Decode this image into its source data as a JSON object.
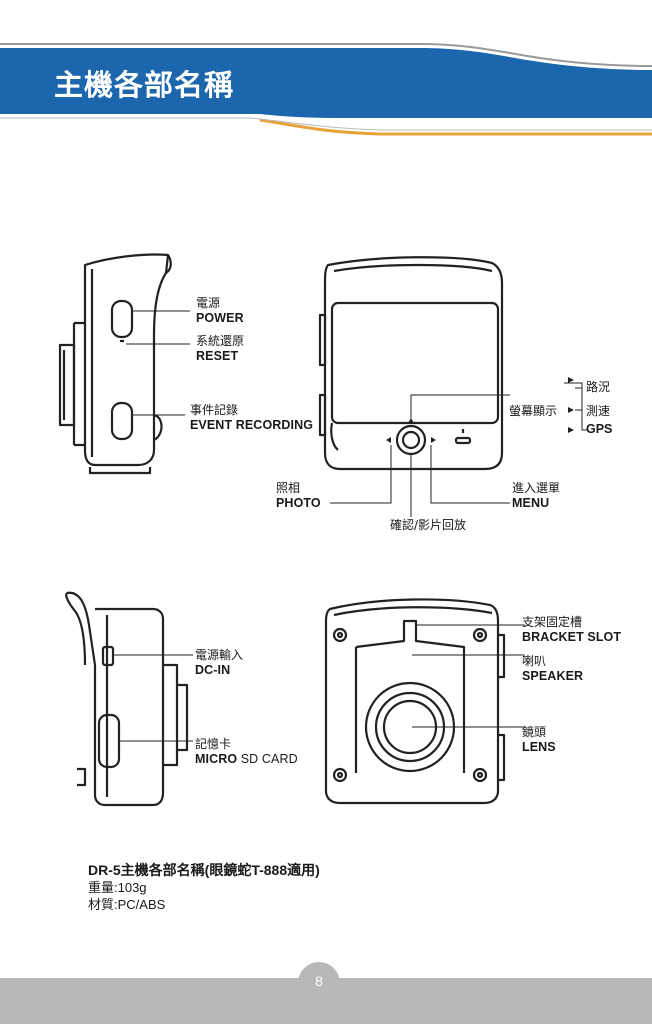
{
  "header": {
    "title": "主機各部名稱",
    "colors": {
      "band": "#1b66ad",
      "stripe": "#e9a13a",
      "line": "#9a9a9a"
    }
  },
  "side_view": {
    "power": {
      "zh": "電源",
      "en": "POWER"
    },
    "reset": {
      "zh": "系統還原",
      "en": "RESET"
    },
    "event": {
      "zh": "事件記錄",
      "en": "EVENT RECORDING"
    }
  },
  "front_view": {
    "photo": {
      "zh": "照相",
      "en": "PHOTO"
    },
    "confirm": "確認/影片回放",
    "menu": {
      "zh": "進入選單",
      "en": "MENU"
    },
    "screen": "螢幕顯示",
    "screen_items": [
      "路況",
      "測速",
      "GPS"
    ]
  },
  "side_view_2": {
    "dcin": {
      "zh": "電源輸入",
      "en": "DC-IN"
    },
    "card": {
      "zh": "記憶卡",
      "en_bold": "MICRO",
      "en_rest": " SD CARD"
    }
  },
  "back_view": {
    "bracket": {
      "zh": "支架固定槽",
      "en": "BRACKET SLOT"
    },
    "speaker": {
      "zh": "喇叭",
      "en": "SPEAKER"
    },
    "lens": {
      "zh": "鏡頭",
      "en": "LENS"
    }
  },
  "spec": {
    "title": "DR-5主機各部名稱(眼鏡蛇T-888適用)",
    "weight": "重量:103g",
    "material": "材質:PC/ABS"
  },
  "footer": {
    "page_number": "8"
  }
}
